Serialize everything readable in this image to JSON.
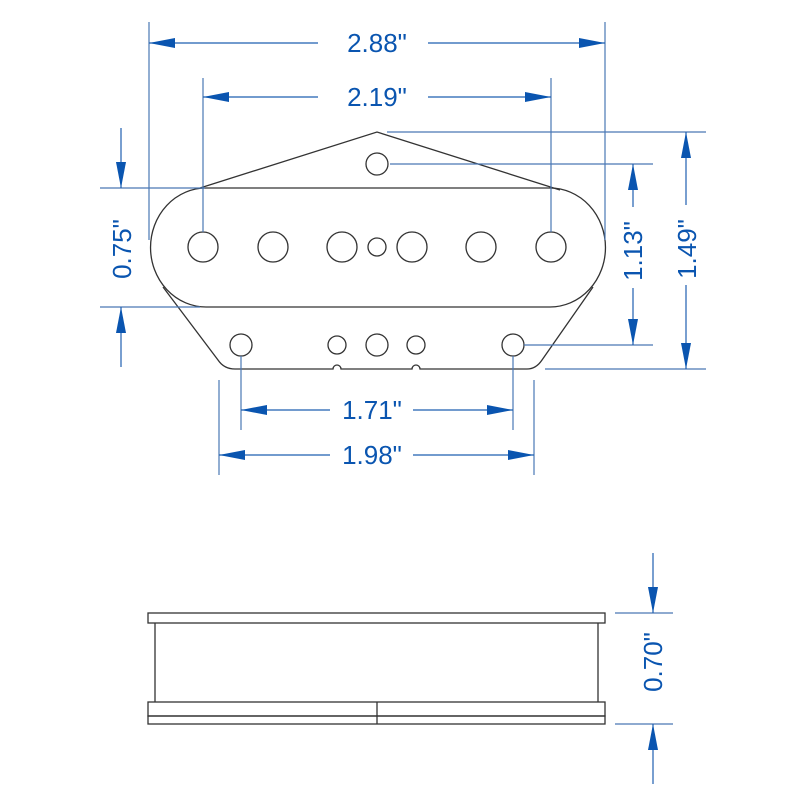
{
  "drawing": {
    "title": "Pickup baseplate dimension drawing",
    "views": [
      "top-view",
      "side-view"
    ],
    "colors": {
      "outline": "#333333",
      "dimension": "#0a55b0",
      "extension": "#4a78b5",
      "background": "#ffffff"
    }
  },
  "dimensions": {
    "overall_width": "2.88\"",
    "pole_span": "2.19\"",
    "mount_hole_span": "1.71\"",
    "base_bottom_width": "1.98\"",
    "bobbin_height": "0.75\"",
    "tip_to_mount_hole": "1.13\"",
    "overall_length": "1.49\"",
    "side_height": "0.70\""
  },
  "top_view": {
    "pole_pieces": 6,
    "center_hole": 1,
    "top_mount_hole": 1,
    "bottom_mount_holes": 2,
    "bottom_small_holes": 3,
    "notches": 2
  }
}
